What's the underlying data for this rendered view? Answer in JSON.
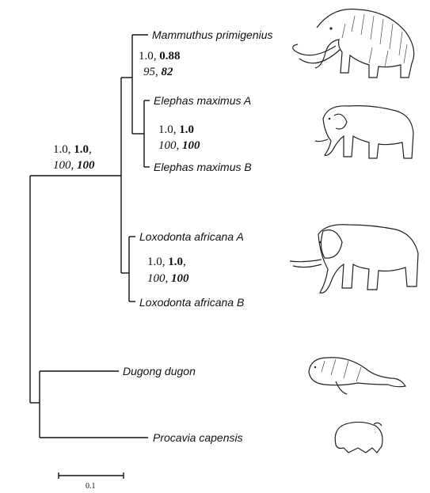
{
  "taxa": {
    "mammuthus": "Mammuthus primigenius",
    "elephas_a": "Elephas maximus A",
    "elephas_b": "Elephas maximus B",
    "loxodonta_a": "Loxodonta africana A",
    "loxodonta_b": "Loxodonta africana B",
    "dugong": "Dugong dugon",
    "procavia": "Procavia capensis"
  },
  "support": {
    "elephantidae": {
      "pp1": "1.0, ",
      "pp2": "1.0",
      "sep1": ",",
      "bs1": "100",
      "sep2": ", ",
      "bs2": "100"
    },
    "mammuthus_elephas": {
      "pp1": "1.0, ",
      "pp2": "0.88",
      "bs1": "95",
      "sep2": ", ",
      "bs2": "82"
    },
    "elephas": {
      "pp1": "1.0, ",
      "pp2": "1.0",
      "bs1": "100",
      "sep2": ", ",
      "bs2": "100"
    },
    "loxodonta": {
      "pp1": "1.0, ",
      "pp2": "1.0",
      "sep1": ",",
      "bs1": "100",
      "sep2": ", ",
      "bs2": "100"
    }
  },
  "scale_bar": {
    "label": "0.1"
  },
  "illustrations": [
    "woolly-mammoth-illustration",
    "asian-elephant-illustration",
    "african-elephant-illustration",
    "dugong-illustration",
    "hyrax-illustration"
  ]
}
